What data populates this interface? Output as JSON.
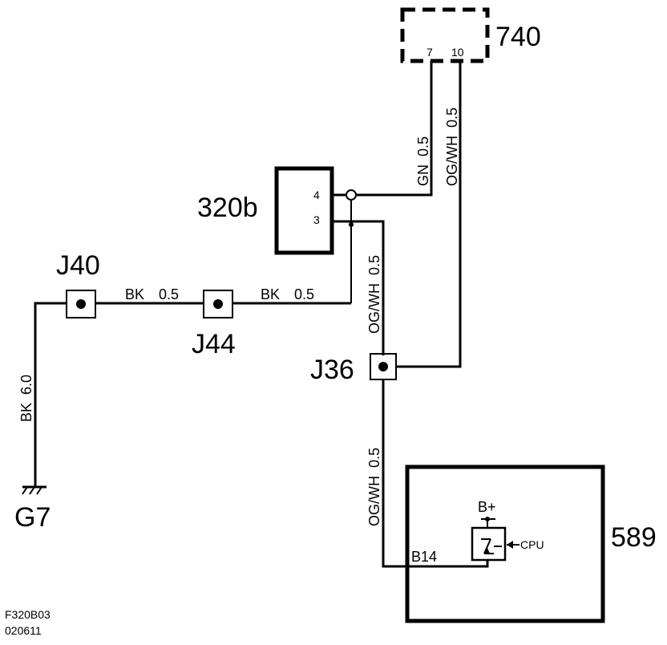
{
  "diagram": {
    "components": {
      "c740": "740",
      "c320b": "320b",
      "c589": "589",
      "j40": "J40",
      "j44": "J44",
      "j36": "J36",
      "g7": "G7"
    },
    "pins": {
      "p740_7": "7",
      "p740_10": "10",
      "p320b_4": "4",
      "p320b_3": "3",
      "p589_b14": "B14"
    },
    "wires": {
      "gn_color": "GN",
      "gn_size": "0.5",
      "ogwh_top_color": "OG/WH",
      "ogwh_top_size": "0.5",
      "ogwh_mid_color": "OG/WH",
      "ogwh_mid_size": "0.5",
      "ogwh_low_color": "OG/WH",
      "ogwh_low_size": "0.5",
      "bk1_color": "BK",
      "bk1_size": "0.5",
      "bk2_color": "BK",
      "bk2_size": "0.5",
      "bk_ground_color": "BK",
      "bk_ground_size": "6.0"
    },
    "internal": {
      "bplus": "B+",
      "cpu": "CPU"
    },
    "footer": {
      "code": "F320B03",
      "date": "020611"
    }
  }
}
